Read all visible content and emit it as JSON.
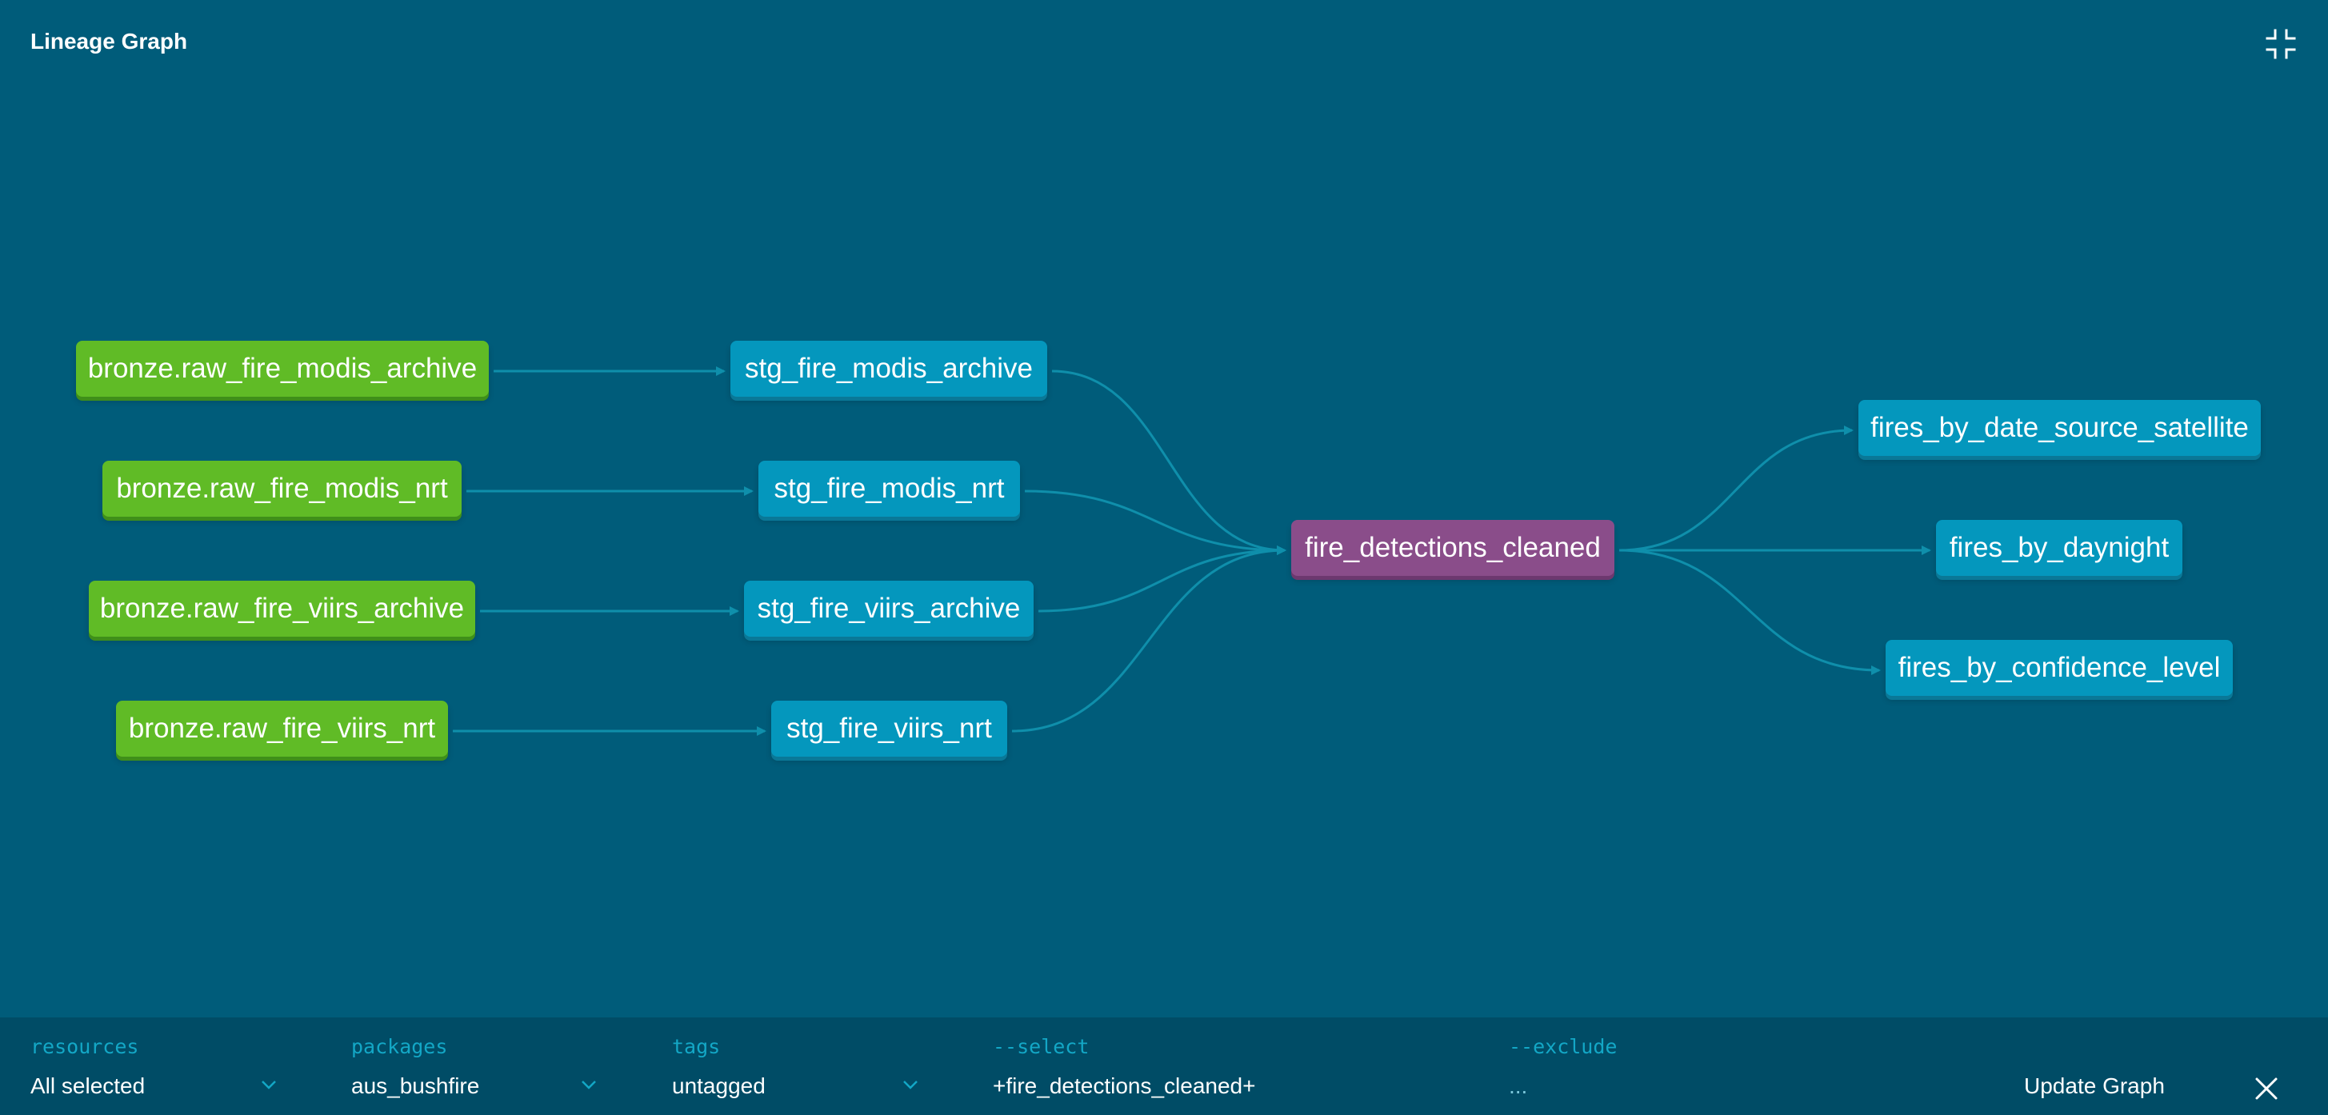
{
  "header": {
    "title": "Lineage Graph",
    "collapse_icon": "collapse-icon"
  },
  "colors": {
    "background": "#005c7a",
    "source_node": "#60bb26",
    "model_node": "#0497bd",
    "selected_node": "#8a4d8a",
    "edge": "#0f8fab"
  },
  "graph": {
    "nodes": [
      {
        "id": "n1",
        "label": "bronze.raw_fire_modis_archive",
        "kind": "source"
      },
      {
        "id": "n2",
        "label": "bronze.raw_fire_modis_nrt",
        "kind": "source"
      },
      {
        "id": "n3",
        "label": "bronze.raw_fire_viirs_archive",
        "kind": "source"
      },
      {
        "id": "n4",
        "label": "bronze.raw_fire_viirs_nrt",
        "kind": "source"
      },
      {
        "id": "n5",
        "label": "stg_fire_modis_archive",
        "kind": "model"
      },
      {
        "id": "n6",
        "label": "stg_fire_modis_nrt",
        "kind": "model"
      },
      {
        "id": "n7",
        "label": "stg_fire_viirs_archive",
        "kind": "model"
      },
      {
        "id": "n8",
        "label": "stg_fire_viirs_nrt",
        "kind": "model"
      },
      {
        "id": "n9",
        "label": "fire_detections_cleaned",
        "kind": "selected"
      },
      {
        "id": "n10",
        "label": "fires_by_date_source_satellite",
        "kind": "model"
      },
      {
        "id": "n11",
        "label": "fires_by_daynight",
        "kind": "model"
      },
      {
        "id": "n12",
        "label": "fires_by_confidence_level",
        "kind": "model"
      }
    ],
    "edges": [
      [
        "n1",
        "n5"
      ],
      [
        "n2",
        "n6"
      ],
      [
        "n3",
        "n7"
      ],
      [
        "n4",
        "n8"
      ],
      [
        "n5",
        "n9"
      ],
      [
        "n6",
        "n9"
      ],
      [
        "n7",
        "n9"
      ],
      [
        "n8",
        "n9"
      ],
      [
        "n9",
        "n10"
      ],
      [
        "n9",
        "n11"
      ],
      [
        "n9",
        "n12"
      ]
    ]
  },
  "filters": {
    "resources": {
      "label": "resources",
      "value": "All selected"
    },
    "packages": {
      "label": "packages",
      "value": "aus_bushfire"
    },
    "tags": {
      "label": "tags",
      "value": "untagged"
    },
    "select": {
      "label": "--select",
      "value": "+fire_detections_cleaned+"
    },
    "exclude": {
      "label": "--exclude",
      "value": "..."
    }
  },
  "actions": {
    "update_label": "Update Graph",
    "close_icon": "close-icon"
  }
}
